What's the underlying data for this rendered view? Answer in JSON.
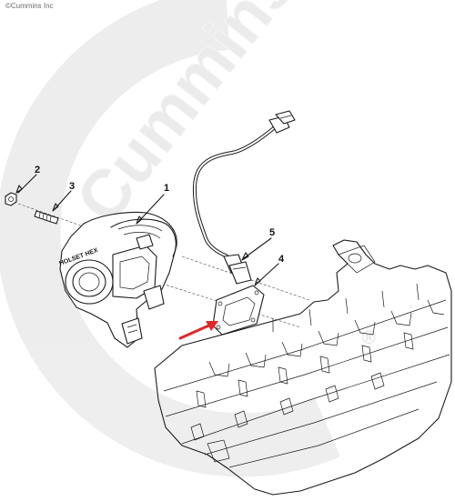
{
  "copyright": "©Cummins Inc",
  "watermark": "Cummins",
  "trademark_symbol": "®",
  "turbo_casting_text": "HOLSET HEX",
  "callouts": [
    "1",
    "2",
    "3",
    "4",
    "5"
  ],
  "highlight_color": "#e3262a"
}
